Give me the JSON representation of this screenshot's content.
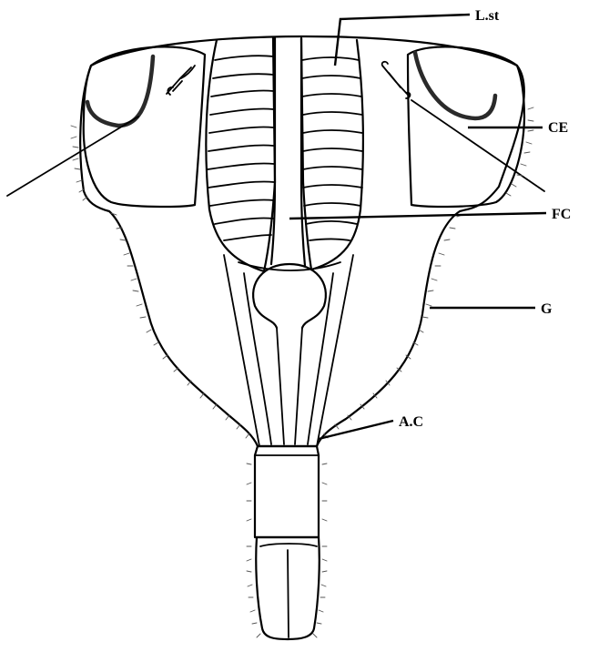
{
  "labels": {
    "lst": "L.st",
    "ce": "CE",
    "fc": "FC",
    "g": "G",
    "ac": "A.C"
  }
}
